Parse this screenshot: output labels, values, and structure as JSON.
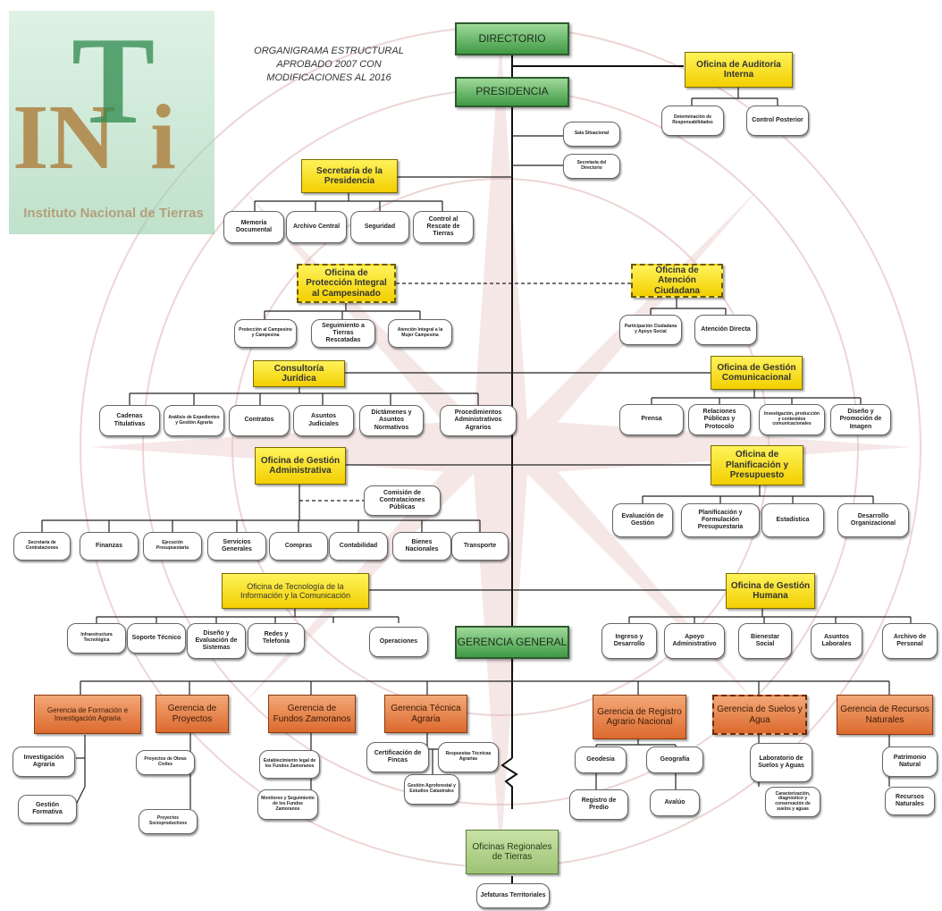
{
  "colors": {
    "green_top": "#3f9a45",
    "yellow": "#f2cf00",
    "orange": "#dc6a2e",
    "light_green": "#9cc374",
    "watermark": "#b05252"
  },
  "title": [
    "ORGANIGRAMA ESTRUCTURAL",
    "APROBADO 2007 CON",
    "MODIFICACIONES AL 2016"
  ],
  "logo": {
    "letters": [
      "IN",
      "T",
      "i"
    ],
    "name": "Instituto Nacional de Tierras"
  },
  "nodes": {
    "directorio": "DIRECTORIO",
    "presidencia": "PRESIDENCIA",
    "gerencia_general": "GERENCIA GENERAL",
    "auditoria": "Oficina de Auditoría Interna",
    "aud_determinacion": "Determinación de Responsabilidades",
    "aud_control": "Control Posterior",
    "sala_situacional": "Sala Situacional",
    "secretaria_directorio": "Secretaría del Directorio",
    "secretaria": "Secretaría de la Presidencia",
    "sec_memoria": "Memoria Documental",
    "sec_archivo": "Archivo Central",
    "sec_seguridad": "Seguridad",
    "sec_control": "Control al Rescate de Tierras",
    "proteccion": "Oficina de Protección Integral al Campesinado",
    "prot_1": "Protección al Campesino y Campesina",
    "prot_2": "Seguimiento a Tierras Rescatadas",
    "prot_3": "Atención Integral a la Mujer Campesina",
    "atencion": "Oficina de Atención Ciudadana",
    "at_1": "Participación Ciudadana y Apoyo Social",
    "at_2": "Atención Directa",
    "consultoria": "Consultoría Jurídica",
    "cj_1": "Cadenas Titulativas",
    "cj_2": "Análisis de Expedientes y Gestión Agraria",
    "cj_3": "Contratos",
    "cj_4": "Asuntos Judiciales",
    "cj_5": "Dictámenes y Asuntos Normativos",
    "cj_6": "Procedimientos Administrativos Agrarios",
    "comunicacional": "Oficina de Gestión Comunicacional",
    "com_1": "Prensa",
    "com_2": "Relaciones Públicas y Protocolo",
    "com_3": "Investigación, producción y contenidos comunicacionales",
    "com_4": "Diseño y Promoción de Imagen",
    "administrativa": "Oficina de Gestión Administrativa",
    "comision": "Comisión de Contrataciones Públicas",
    "adm_1": "Secretaría de Contrataciones",
    "adm_2": "Finanzas",
    "adm_3": "Ejecución Presupuestaria",
    "adm_4": "Servicios Generales",
    "adm_5": "Compras",
    "adm_6": "Contabilidad",
    "adm_7": "Bienes Nacionales",
    "adm_8": "Transporte",
    "planificacion": "Oficina de Planificación y Presupuesto",
    "pla_1": "Evaluación de Gestión",
    "pla_2": "Planificación y Formulación Presupuestaria",
    "pla_3": "Estadística",
    "pla_4": "Desarrollo Organizacional",
    "tecnologia": "Oficina de Tecnología de la Información y la Comunicación",
    "tec_1": "Infraestructura Tecnológica",
    "tec_2": "Soporte Técnico",
    "tec_3": "Diseño y Evaluación de Sistemas",
    "tec_4": "Redes y Telefonía",
    "tec_5": "Operaciones",
    "humana": "Oficina de Gestión Humana",
    "hum_1": "Ingreso y Desarrollo",
    "hum_2": "Apoyo Administrativo",
    "hum_3": "Bienestar Social",
    "hum_4": "Asuntos Laborales",
    "hum_5": "Archivo de Personal",
    "g_formacion": "Gerencia de Formación e Investigación Agraria",
    "gf_1": "Investigación Agraria",
    "gf_2": "Gestión Formativa",
    "g_proyectos": "Gerencia de Proyectos",
    "gp_1": "Proyectos de Obras Civiles",
    "gp_2": "Proyectos Socioproductivos",
    "g_fundos": "Gerencia de Fundos Zamoranos",
    "gz_1": "Establecimiento legal de los Fundos Zamoranos",
    "gz_2": "Monitoreo y Seguimiento de los Fundos Zamoranos",
    "g_tecnica": "Gerencia Técnica Agraria",
    "gt_1": "Certificación de Fincas",
    "gt_2": "Respuestas Técnicas Agrarias",
    "gt_3": "Gestión Agroforestal y Estudios Catastrales",
    "g_registro": "Gerencia de Registro Agrario Nacional",
    "gr_1": "Geodesia",
    "gr_2": "Geografía",
    "gr_3": "Registro de Predio",
    "gr_4": "Avalúo",
    "g_suelos": "Gerencia de Suelos y Agua",
    "gs_1": "Laboratorio de Suelos y Aguas",
    "gs_2": "Caracterización, diagnóstico y conservación de suelos y aguas",
    "g_recursos": "Gerencia de Recursos Naturales",
    "gn_1": "Patrimonio Natural",
    "gn_2": "Recursos Naturales",
    "regionales": "Oficinas Regionales de Tierras",
    "jefaturas": "Jefaturas Territoriales"
  }
}
